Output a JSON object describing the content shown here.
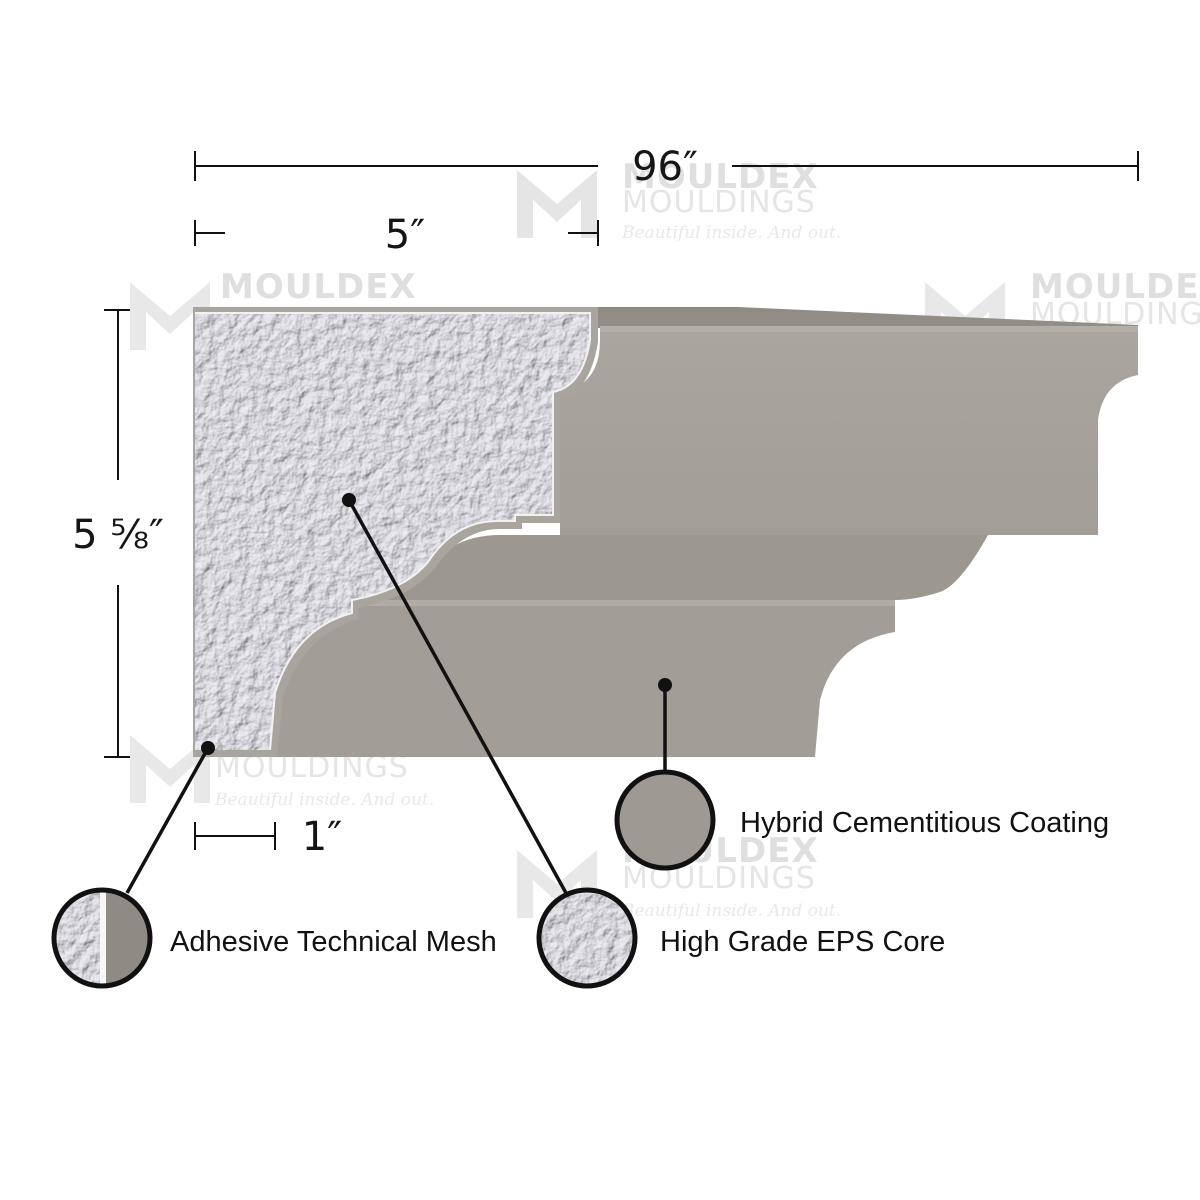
{
  "dimensions": {
    "length": "96″",
    "projection": "5″",
    "height": "5 ⅝″",
    "base": "1″"
  },
  "callouts": {
    "coating": "Hybrid Cementitious Coating",
    "mesh": "Adhesive Technical Mesh",
    "core": "High Grade EPS Core"
  },
  "watermark": {
    "brand": "MOULDEX",
    "sub": "MOULDINGS",
    "tagline": "Beautiful inside. And out."
  },
  "colors": {
    "coating": "#9e9a93",
    "core": "#d4d4d8",
    "line": "#111111"
  }
}
